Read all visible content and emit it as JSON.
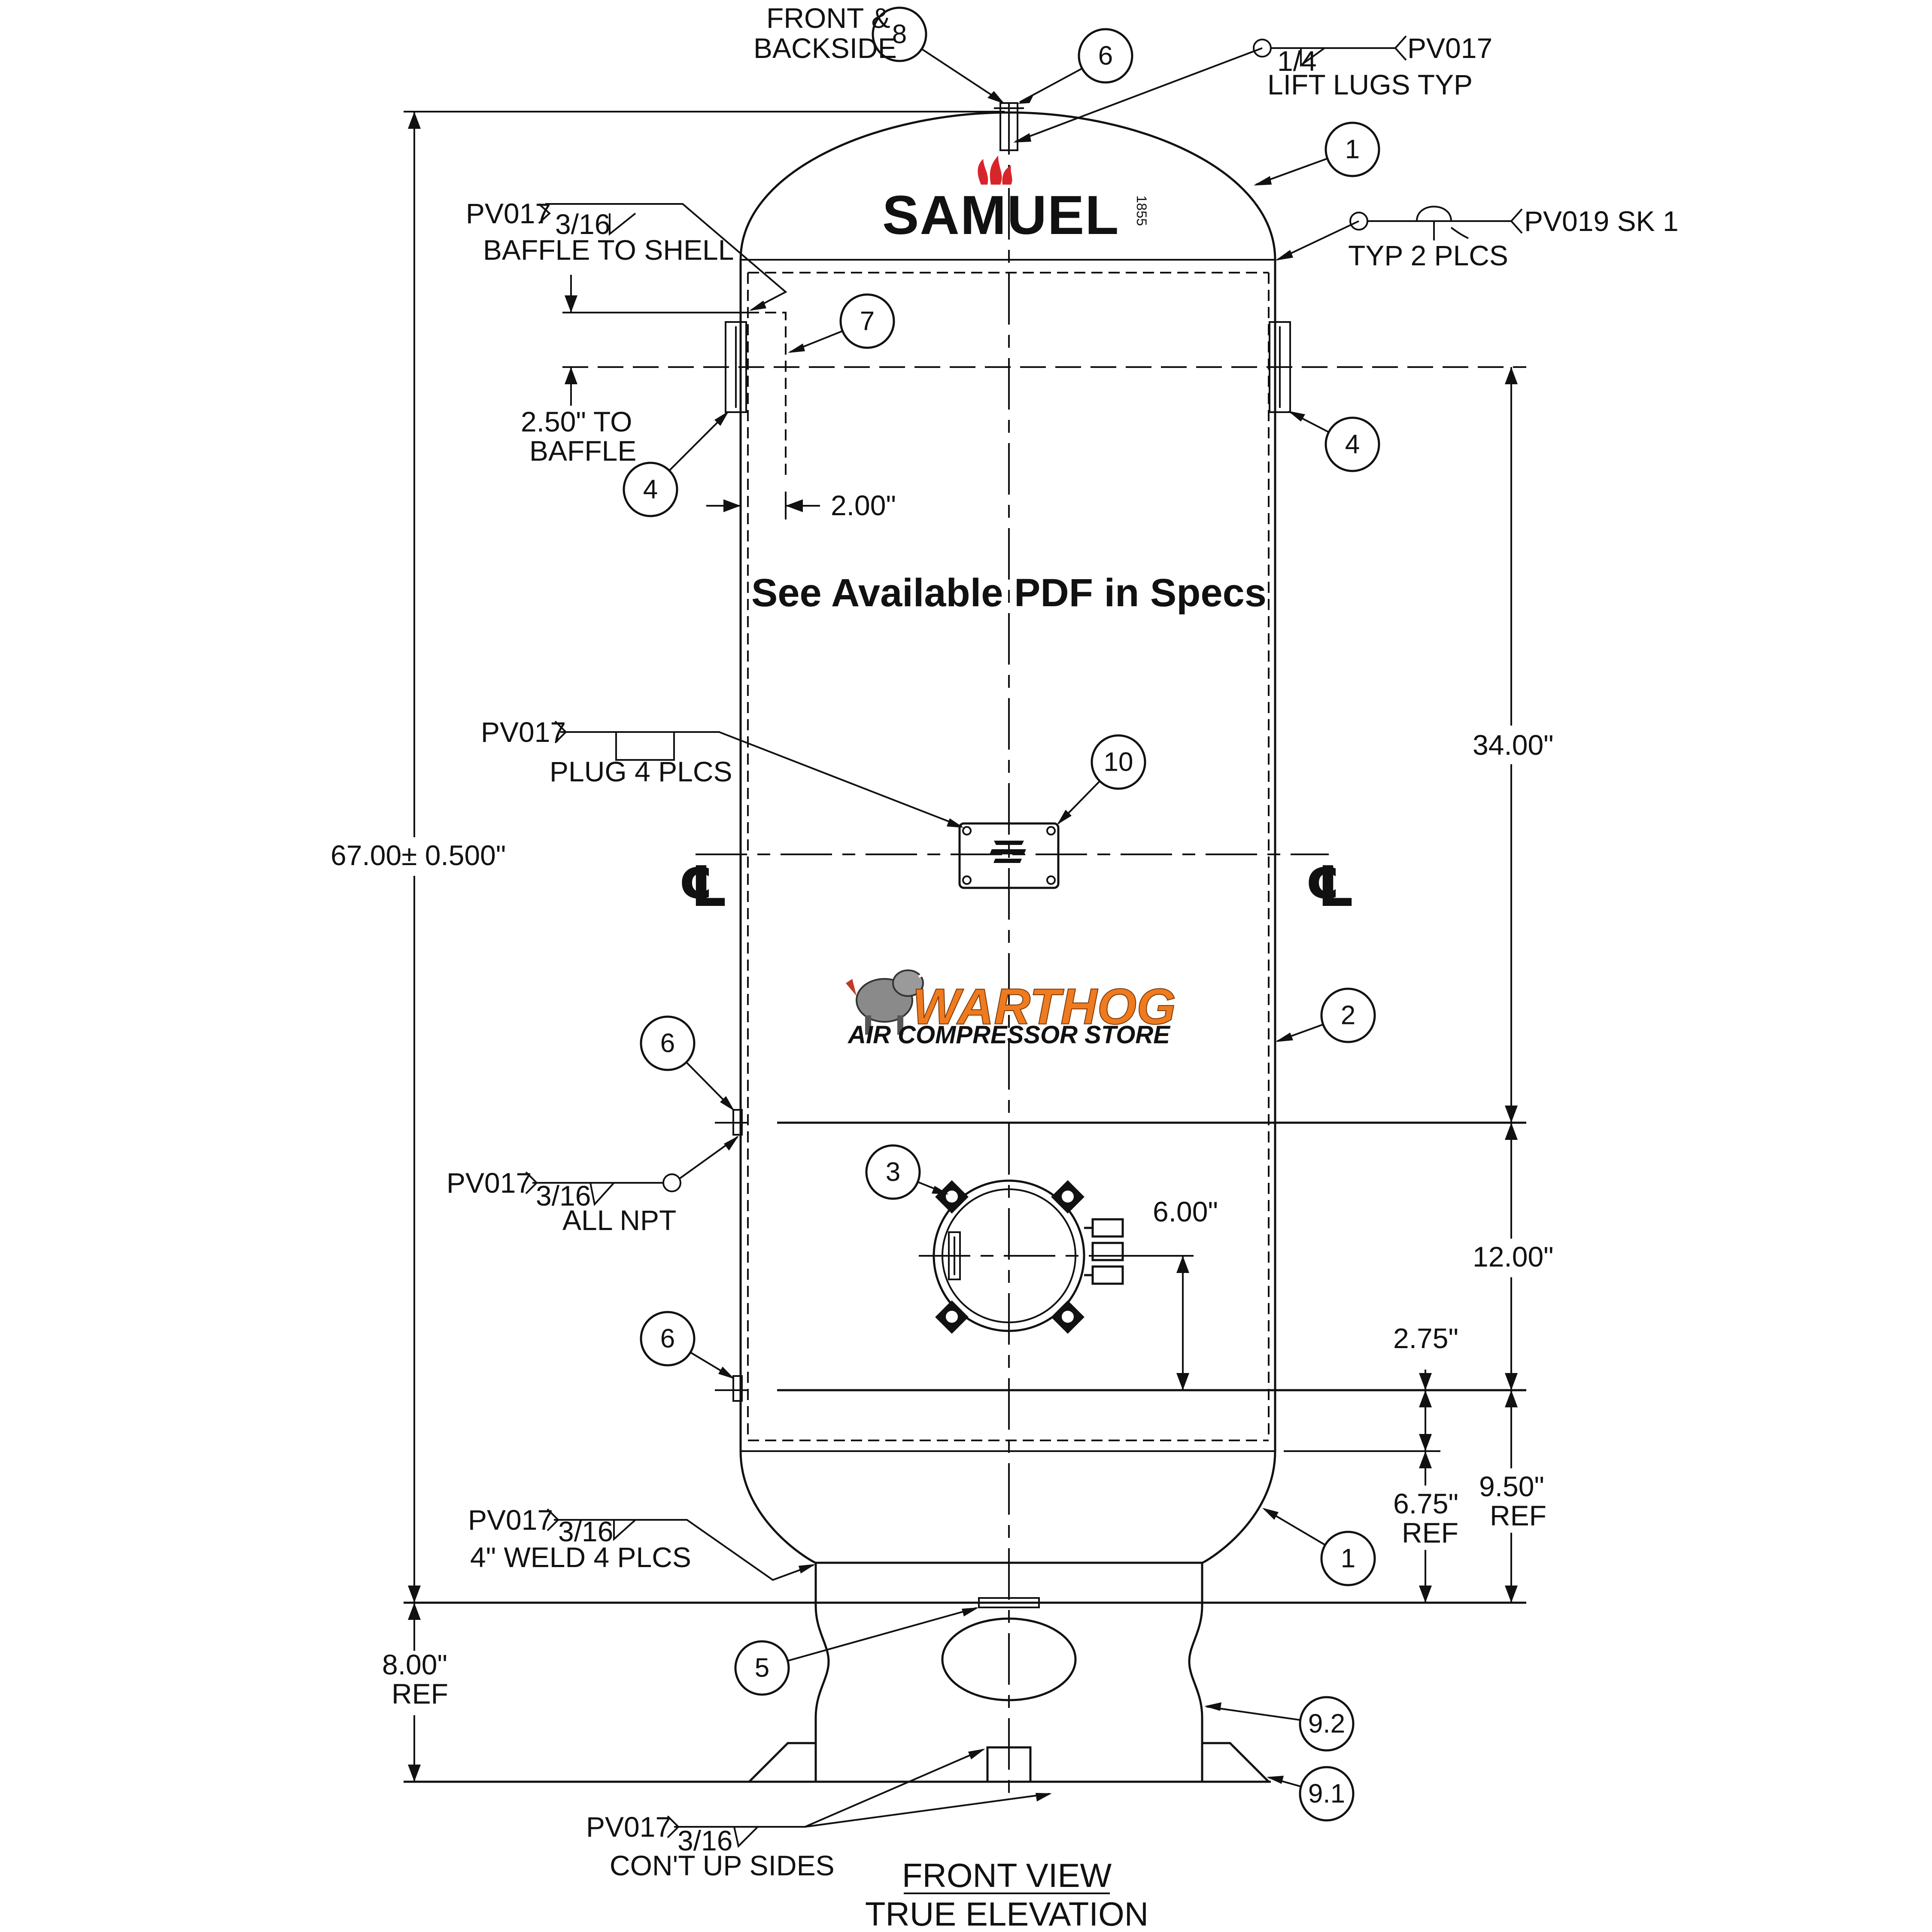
{
  "brand": {
    "samuel": "SAMUEL",
    "samuel_year": "1855",
    "warthog": "WARTHOG",
    "warthog_sub": "AIR COMPRESSOR STORE",
    "accent_red": "#d7262b",
    "accent_orange": "#f07a1e"
  },
  "notice": "See Available PDF in Specs",
  "view_title": {
    "line1": "FRONT VIEW",
    "line2": "TRUE ELEVATION"
  },
  "callouts": {
    "c8": "8",
    "c6_top": "6",
    "c1_top": "1",
    "c7": "7",
    "c4_left": "4",
    "c4_right": "4",
    "c10": "10",
    "c2": "2",
    "c6_mid": "6",
    "c3": "3",
    "c6_low": "6",
    "c1_bottom": "1",
    "c5": "5",
    "c9_2": "9.2",
    "c9_1": "9.1"
  },
  "notes": {
    "front_backside_l1": "FRONT &",
    "front_backside_l2": "BACKSIDE",
    "lift_ref": "PV017",
    "lift_size": "1/4",
    "lift_text": "LIFT LUGS TYP",
    "baffle_ref": "PV017",
    "baffle_size": "3/16",
    "baffle_text": "BAFFLE TO SHELL",
    "typ_ref": "PV019 SK 1",
    "typ_text": "TYP 2 PLCS",
    "plug_ref": "PV017",
    "plug_text": "PLUG 4 PLCS",
    "npt_ref": "PV017",
    "npt_size": "3/16",
    "npt_text": "ALL NPT",
    "weld_ref": "PV017",
    "weld_size": "3/16",
    "weld_text": "4\" WELD 4 PLCS",
    "cont_ref": "PV017",
    "cont_size": "3/16",
    "cont_text": "CON'T UP SIDES"
  },
  "dimensions": {
    "overall": "67.00± 0.500\"",
    "baffle_l1": "2.50\" TO",
    "baffle_l2": "BAFFLE",
    "baffle_gap": "2.00\"",
    "d34": "34.00\"",
    "d12": "12.00\"",
    "d6": "6.00\"",
    "d275": "2.75\"",
    "d675_l1": "6.75\"",
    "d675_l2": "REF",
    "d950_l1": "9.50\"",
    "d950_l2": "REF",
    "d8_l1": "8.00\"",
    "d8_l2": "REF"
  },
  "centerline_symbol": "℄"
}
